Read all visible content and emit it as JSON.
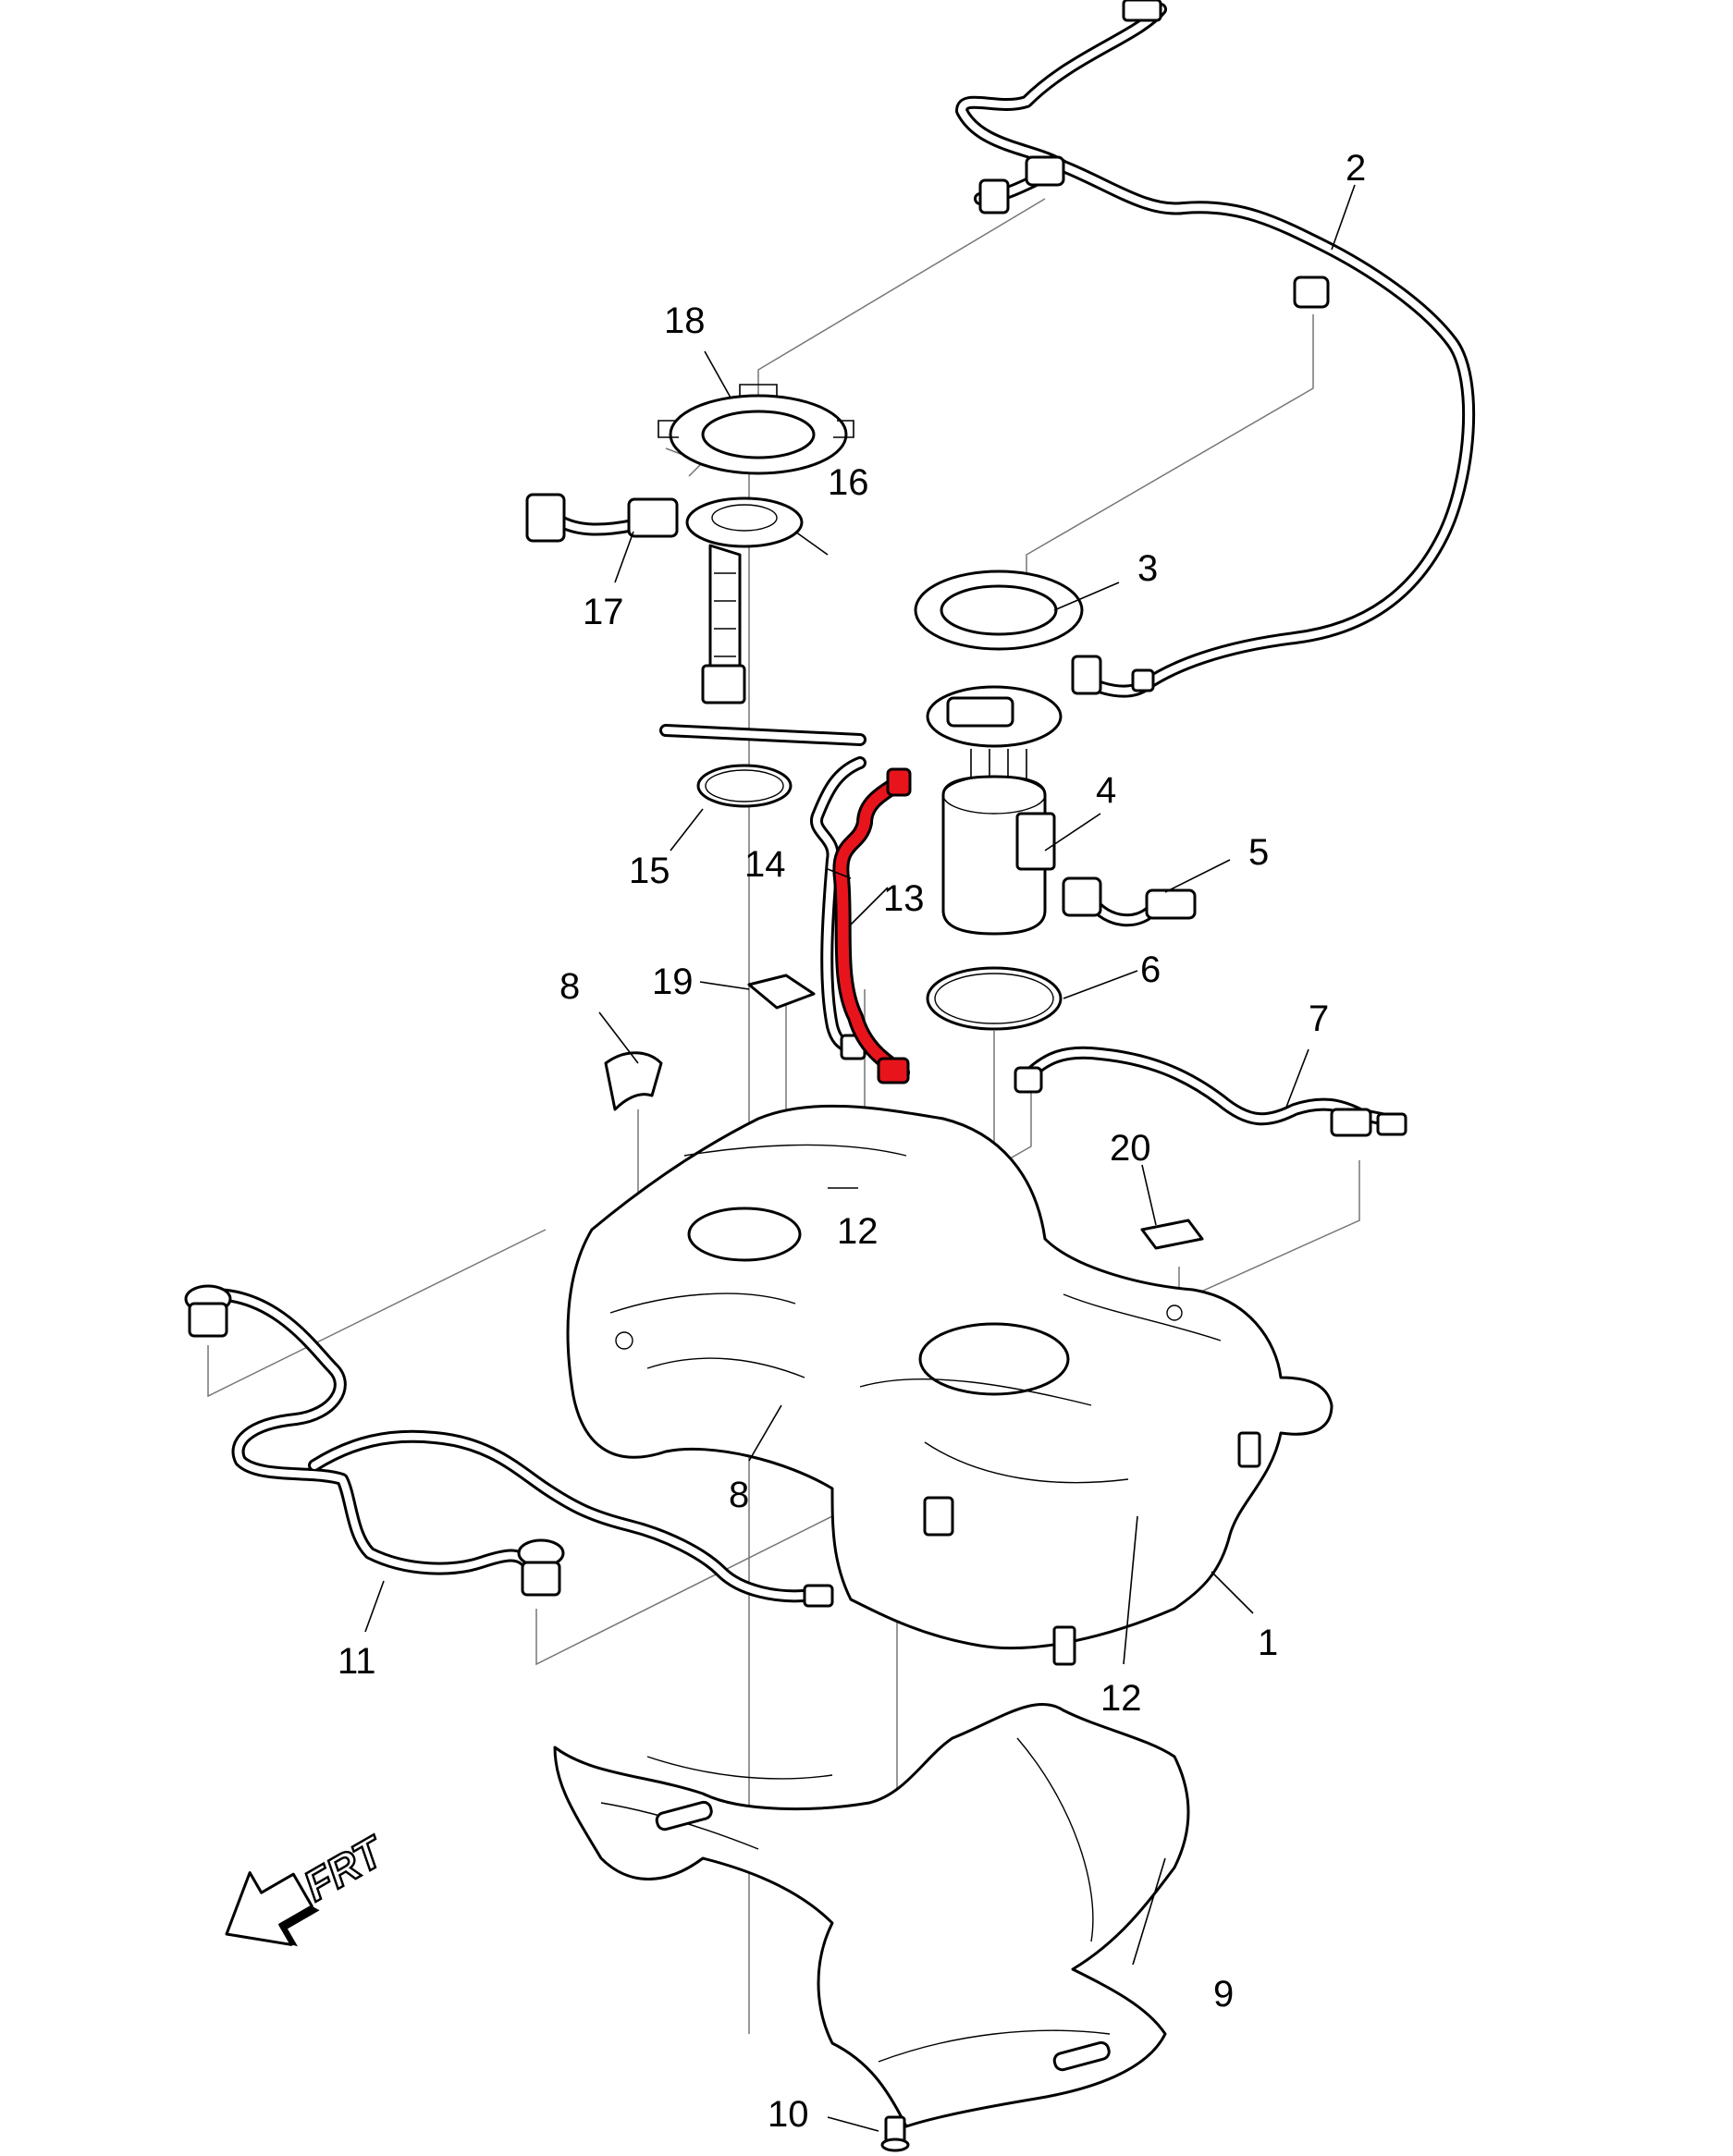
{
  "diagram": {
    "callouts": {
      "c1": "1",
      "c2": "2",
      "c3": "3",
      "c4": "4",
      "c5": "5",
      "c6": "6",
      "c7": "7",
      "c8a": "8",
      "c8b": "8",
      "c9": "9",
      "c10": "10",
      "c11": "11",
      "c12a": "12",
      "c12b": "12",
      "c13": "13",
      "c14": "14",
      "c15": "15",
      "c16": "16",
      "c17": "17",
      "c18": "18",
      "c19": "19",
      "c20": "20"
    },
    "orientation_label": "FRT",
    "highlight_color": "#e8141c",
    "highlighted_part": "13"
  }
}
